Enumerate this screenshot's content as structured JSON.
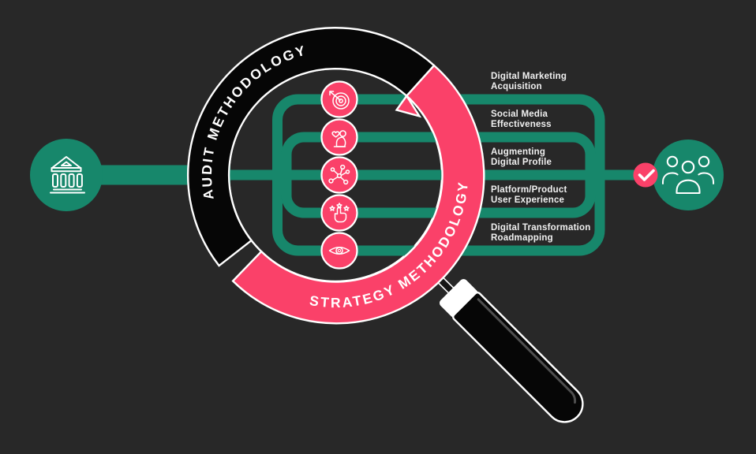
{
  "colors": {
    "bg": "#282828",
    "green": "#17876B",
    "pink": "#FA4169",
    "black-arc": "#060606",
    "white": "#ffffff",
    "label": "#F0F0F0"
  },
  "magnifier": {
    "top_arc_label": "AUDIT METHODOLOGY",
    "bottom_arc_label": "STRATEGY METHODOLOGY"
  },
  "left_node": {
    "icon": "bank-icon"
  },
  "right_node": {
    "icon": "people-icon",
    "badge_icon": "check-icon"
  },
  "items": [
    {
      "icon": "target-arrow-icon",
      "label_line1": "Digital Marketing",
      "label_line2": "Acquisition"
    },
    {
      "icon": "person-heart-icon",
      "label_line1": "Social Media",
      "label_line2": "Effectiveness"
    },
    {
      "icon": "network-icon",
      "label_line1": "Augmenting",
      "label_line2": "Digital Profile"
    },
    {
      "icon": "click-stars-icon",
      "label_line1": "Platform/Product",
      "label_line2": "User Experience"
    },
    {
      "icon": "eye-icon",
      "label_line1": "Digital Transformation",
      "label_line2": "Roadmapping"
    }
  ]
}
